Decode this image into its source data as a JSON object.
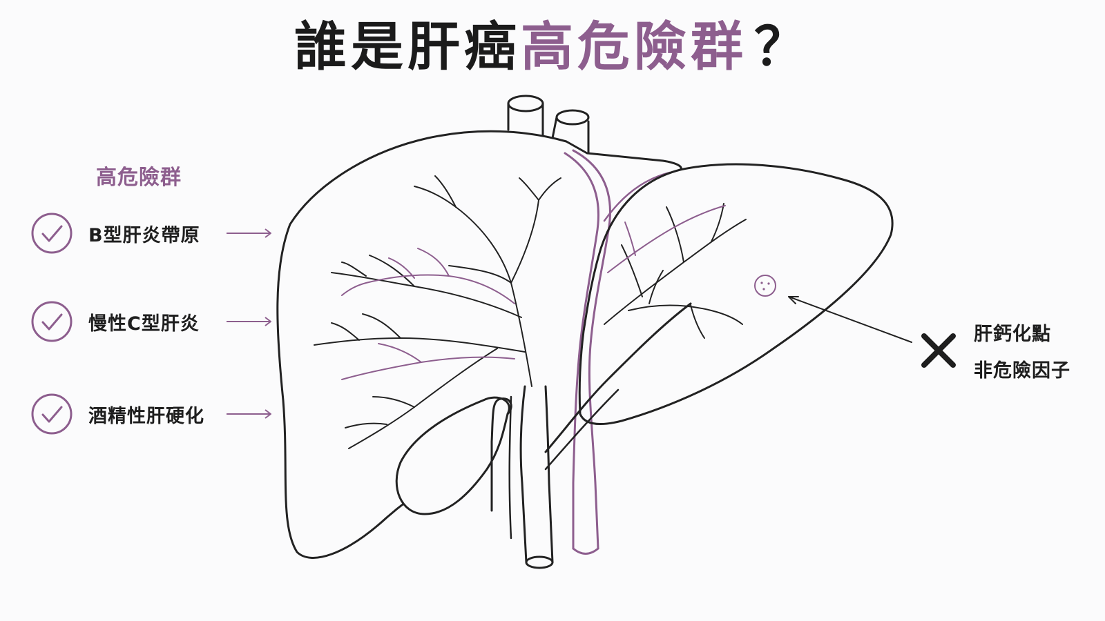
{
  "title": {
    "part_dark": "誰是肝癌",
    "part_accent": "高危險群",
    "question_mark": "？"
  },
  "risk_panel": {
    "heading": "高危險群",
    "items": [
      {
        "label": "B型肝炎帶原",
        "icon": "check-circle-icon"
      },
      {
        "label": "慢性C型肝炎",
        "icon": "check-circle-icon"
      },
      {
        "label": "酒精性肝硬化",
        "icon": "check-circle-icon"
      }
    ]
  },
  "exclusion_note": {
    "icon": "x-mark-icon",
    "line1": "肝鈣化點",
    "line2": "非危險因子"
  },
  "colors": {
    "accent": "#8d5e8e",
    "ink": "#1c1c1c",
    "background": "#fbfbfc"
  }
}
